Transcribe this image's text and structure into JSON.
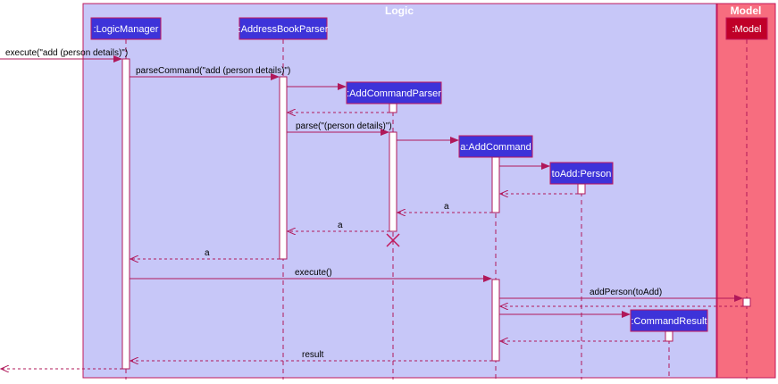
{
  "colors": {
    "logic_fill": "#C7C7F8",
    "model_fill": "#F76D7F",
    "frame_stroke": "#C2185B",
    "participant_fill": "#3D33D9",
    "model_participant_fill": "#C00028",
    "participant_text": "#FFFFFF",
    "message_stroke": "#B0185A",
    "text": "#000000",
    "destroy": "#C2185B",
    "activation_fill": "#FFFFFF"
  },
  "boxes": {
    "logic": "Logic",
    "model": "Model"
  },
  "participants": {
    "logic_manager": ":LogicManager",
    "address_book_parser": ":AddressBookParser",
    "add_command_parser": ":AddCommandParser",
    "add_command": "a:AddCommand",
    "to_add_person": "toAdd:Person",
    "command_result": ":CommandResult",
    "model": ":Model"
  },
  "messages": {
    "execute_add": "execute(\"add (person details)\")",
    "parse_command": "parseCommand(\"add (person details)\")",
    "parse_details": "parse(\"(person details)\")",
    "return_a_1": "a",
    "return_a_2": "a",
    "return_a_3": "a",
    "execute": "execute()",
    "add_person": "addPerson(toAdd)",
    "result": "result"
  }
}
